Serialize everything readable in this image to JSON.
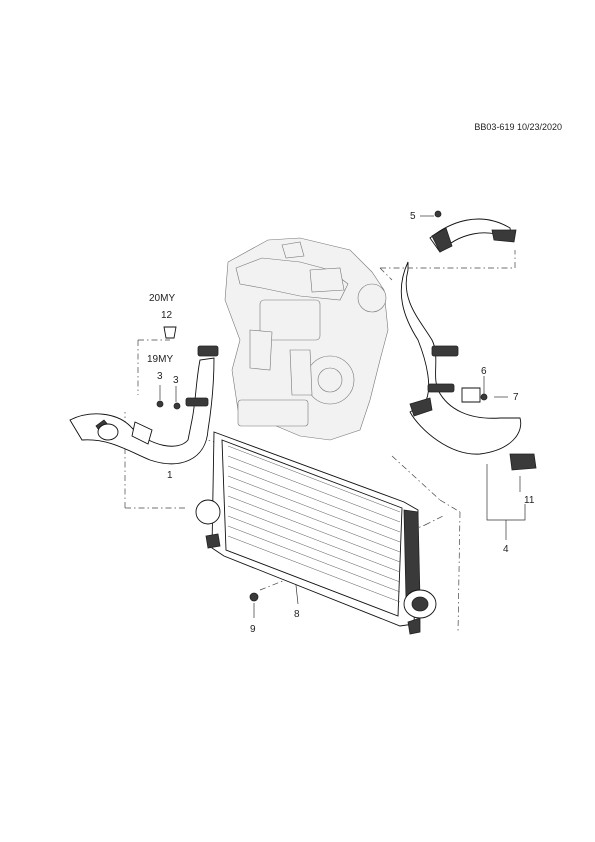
{
  "doc_code": "BB03-619 10/23/2020",
  "model_years": {
    "my20": "20MY",
    "my19": "19MY"
  },
  "callouts": {
    "c1": "1",
    "c3a": "3",
    "c3b": "3",
    "c4": "4",
    "c5": "5",
    "c6": "6",
    "c7": "7",
    "c8": "8",
    "c9": "9",
    "c11": "11",
    "c12": "12"
  }
}
